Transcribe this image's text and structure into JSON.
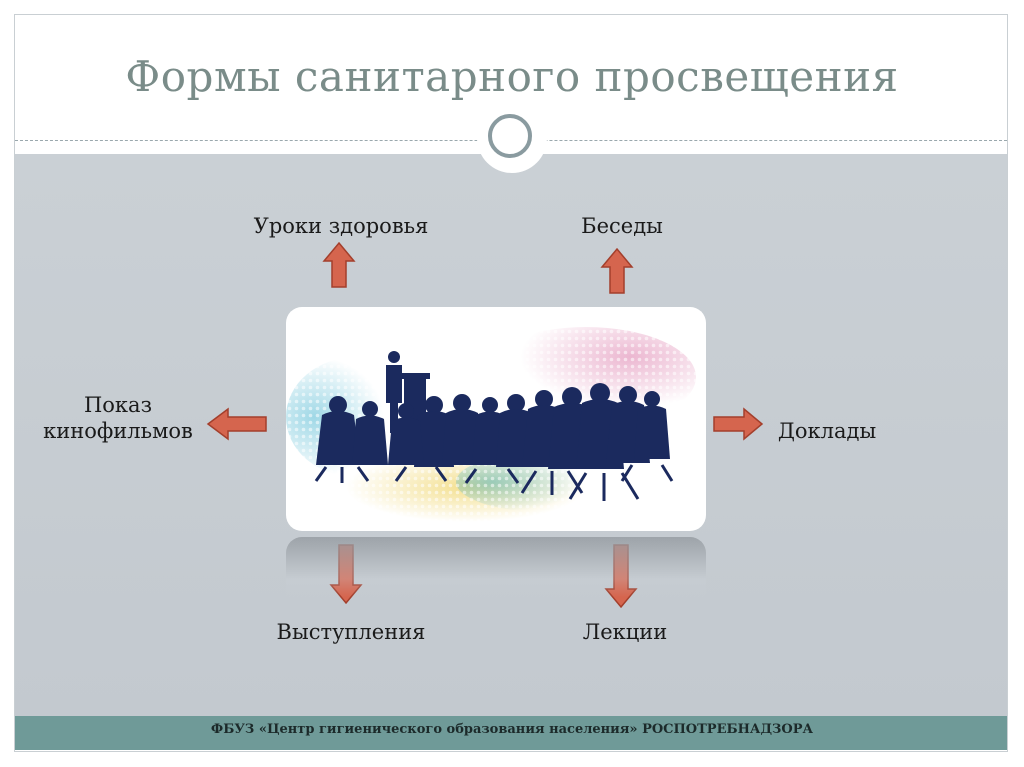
{
  "slide": {
    "title": "Формы санитарного просвещения",
    "footer": "ФБУЗ «Центр гигиенического образования населения» РОСПОТРЕБНАДЗОРА"
  },
  "diagram": {
    "center_image": "audience-silhouette-illustration",
    "nodes": {
      "top_left": "Уроки здоровья",
      "top_right": "Беседы",
      "left_line1": "Показ",
      "left_line2": "кинофильмов",
      "right": "Доклады",
      "bottom_left": "Выступления",
      "bottom_right": "Лекции"
    }
  },
  "colors": {
    "title": "#7a8c89",
    "background_panel": "#c6ccd2",
    "footer_bar": "#6f9a98",
    "arrow_fill": "#d5654e",
    "arrow_stroke": "#a33f2c",
    "silhouette": "#1b2a5e"
  }
}
